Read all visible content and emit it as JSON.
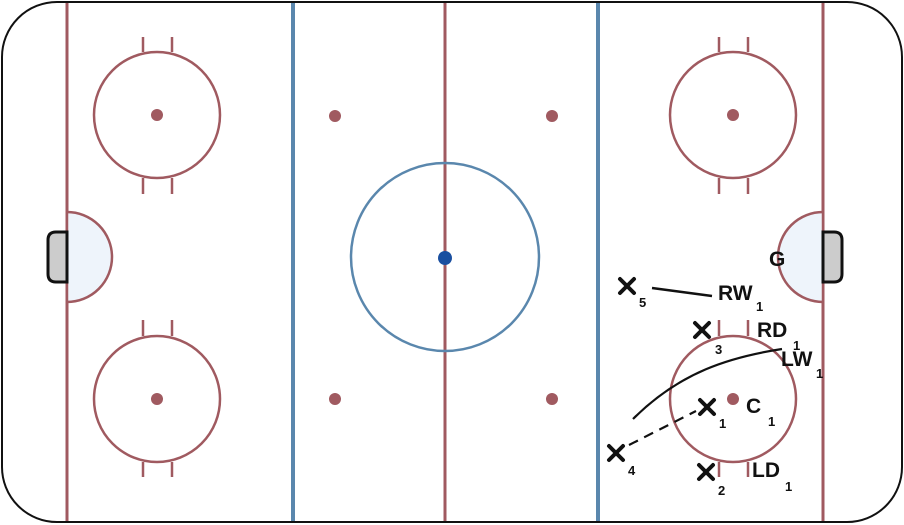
{
  "rink": {
    "colors": {
      "board": "#111111",
      "red_line": "#a05a60",
      "blue_line": "#5a87ad",
      "center_dot": "#1a4fa0",
      "crease_fill": "#eef4fb",
      "net_fill": "#cccccc"
    }
  },
  "players": {
    "offense": [
      {
        "name": "x-marker-5",
        "sub": "5"
      },
      {
        "name": "x-marker-3",
        "sub": "3"
      },
      {
        "name": "x-marker-1",
        "sub": "1"
      },
      {
        "name": "x-marker-4",
        "sub": "4"
      },
      {
        "name": "x-marker-2",
        "sub": "2"
      }
    ],
    "defense": [
      {
        "name": "label-g",
        "main": "G",
        "sub": ""
      },
      {
        "name": "label-rw",
        "main": "RW",
        "sub": "1"
      },
      {
        "name": "label-rd",
        "main": "RD",
        "sub": "1"
      },
      {
        "name": "label-lw",
        "main": "LW",
        "sub": "1"
      },
      {
        "name": "label-c",
        "main": "C",
        "sub": "1"
      },
      {
        "name": "label-ld",
        "main": "LD",
        "sub": "1"
      }
    ]
  }
}
